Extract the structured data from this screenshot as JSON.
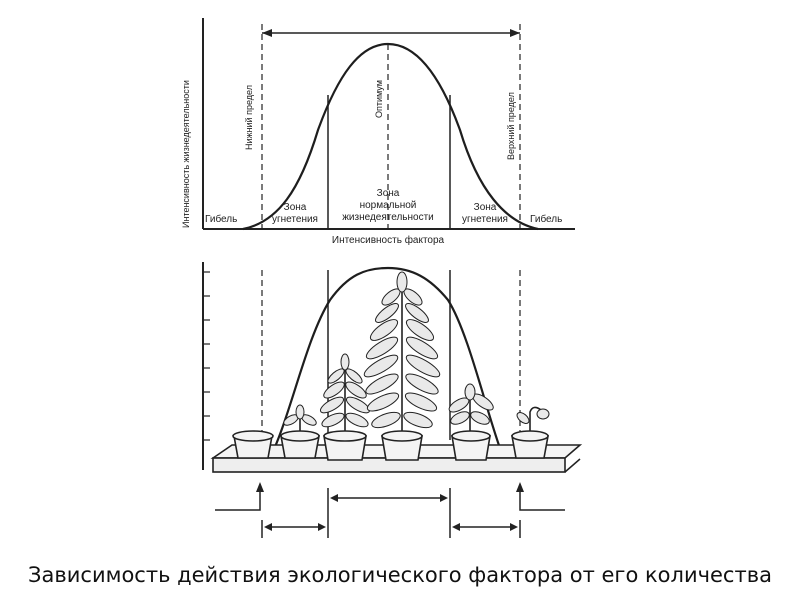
{
  "diagram": {
    "y_axis_label": "Интенсивность жизнедеятельности",
    "x_axis_label": "Интенсивность фактора",
    "lower_limit": "Нижний предел",
    "upper_limit": "Верхний предел",
    "optimum": "Оптимум",
    "zones": {
      "death_left": "Гибель",
      "death_right": "Гибель",
      "oppression_left": [
        "Зона",
        "угнетения"
      ],
      "normal": [
        "Зона",
        "нормальной",
        "жизнедеятельности"
      ],
      "oppression_right": [
        "Зона",
        "угнетения"
      ]
    }
  },
  "caption": "Зависимость действия экологического фактора от его количества"
}
